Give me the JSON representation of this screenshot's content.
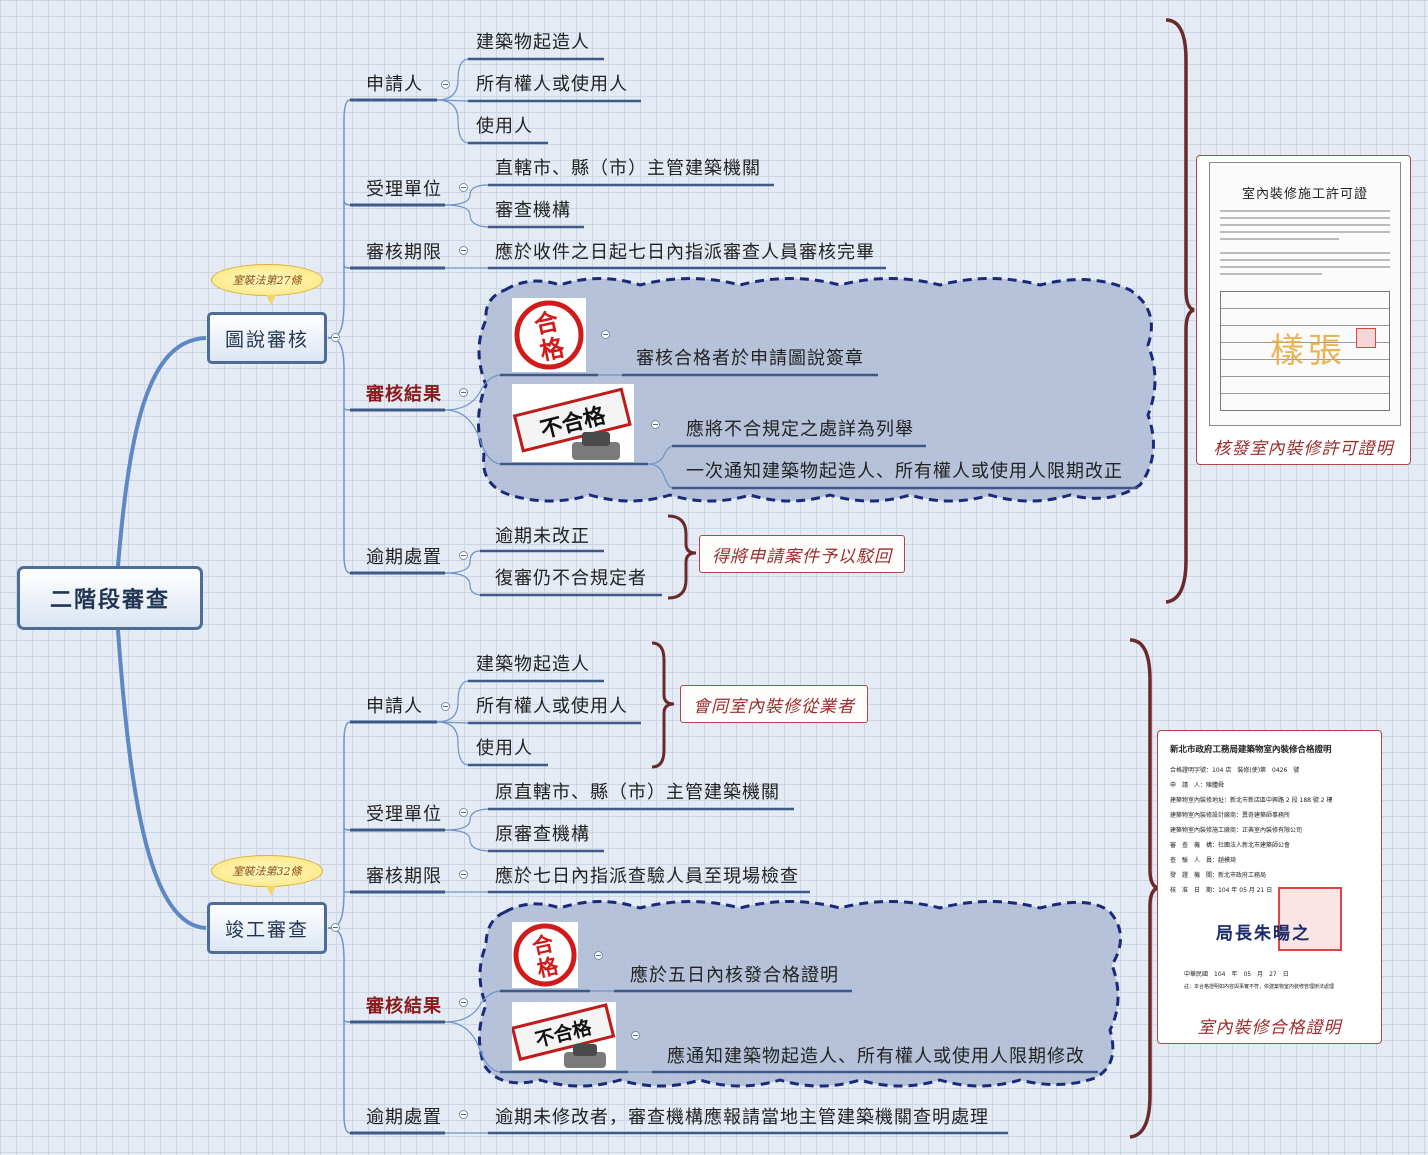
{
  "root": {
    "label": "二階段審查"
  },
  "branches": [
    {
      "label": "圖說審核",
      "law_note": "室裝法第27條",
      "items": {
        "applicant": {
          "label": "申請人",
          "children": [
            "建築物起造人",
            "所有權人或使用人",
            "使用人"
          ]
        },
        "agency": {
          "label": "受理單位",
          "children": [
            "直轄市、縣（市）主管建築機關",
            "審查機構"
          ]
        },
        "deadline": {
          "label": "審核期限",
          "children": [
            "應於收件之日起七日內指派審查人員審核完畢"
          ]
        },
        "result": {
          "label": "審核結果",
          "pass_stamp": "合格",
          "pass": [
            "審核合格者於申請圖說簽章"
          ],
          "fail_stamp": "不合格",
          "fail": [
            "應將不合規定之處詳為列舉",
            "一次通知建築物起造人、所有權人或使用人限期改正"
          ]
        },
        "overdue": {
          "label": "逾期處置",
          "children": [
            "逾期未改正",
            "復審仍不合規定者"
          ]
        }
      },
      "overdue_callout": "得將申請案件予以駁回",
      "document": {
        "caption": "核發室內裝修許可證明",
        "title": "室內裝修施工許可證",
        "watermark": "樣張"
      }
    },
    {
      "label": "竣工審查",
      "law_note": "室裝法第32條",
      "items": {
        "applicant": {
          "label": "申請人",
          "children": [
            "建築物起造人",
            "所有權人或使用人",
            "使用人"
          ]
        },
        "agency": {
          "label": "受理單位",
          "children": [
            "原直轄市、縣（市）主管建築機關",
            "原審查機構"
          ]
        },
        "deadline": {
          "label": "審核期限",
          "children": [
            "應於七日內指派查驗人員至現場檢查"
          ]
        },
        "result": {
          "label": "審核結果",
          "pass_stamp": "合格",
          "pass": [
            "應於五日內核發合格證明"
          ],
          "fail_stamp": "不合格",
          "fail": [
            "應通知建築物起造人、所有權人或使用人限期修改"
          ]
        },
        "overdue": {
          "label": "逾期處置",
          "children": [
            "逾期未修改者，審查機構應報請當地主管建築機關查明處理"
          ]
        }
      },
      "applicant_callout": "會同室內裝修從業者",
      "document": {
        "caption": "室內裝修合格證明",
        "title": "新北市政府工務局建築物室內裝修合格證明",
        "lines": [
          "合格證明字號：104 店　裝修(使)第　0426　號",
          "申　請　人：陳體舜",
          "建築物室內裝修地址：新北市新店區中興路 2 段 188 號 2 樓",
          "建築物室內裝修設計廠商：異奇建築師事務所",
          "建築物室內裝修施工廠商：正典室內裝修有限公司",
          "審　查　機　構：社團法人新北市建築師公會",
          "查　驗　人　員：趙模琦",
          "發　證　機　關：新北市政府工務局",
          "核　准　日　期：104 年 05 月 21 日"
        ],
        "signature": "局長朱暘之",
        "date_line": "中華民國　104　年　05　月　27　日",
        "footnote": "註：本合格證明如內容與事實不符，依建築物室內裝修管理辦法處理"
      }
    }
  ],
  "colors": {
    "connector": "#6f94c6",
    "main_branch": "#5e88c4",
    "underline": "#3b5a8a",
    "cloud_fill": "#aebbd3",
    "cloud_border": "#1a2a7a",
    "brace": "#6b2a2a",
    "stamp_red": "#d11a1a"
  }
}
